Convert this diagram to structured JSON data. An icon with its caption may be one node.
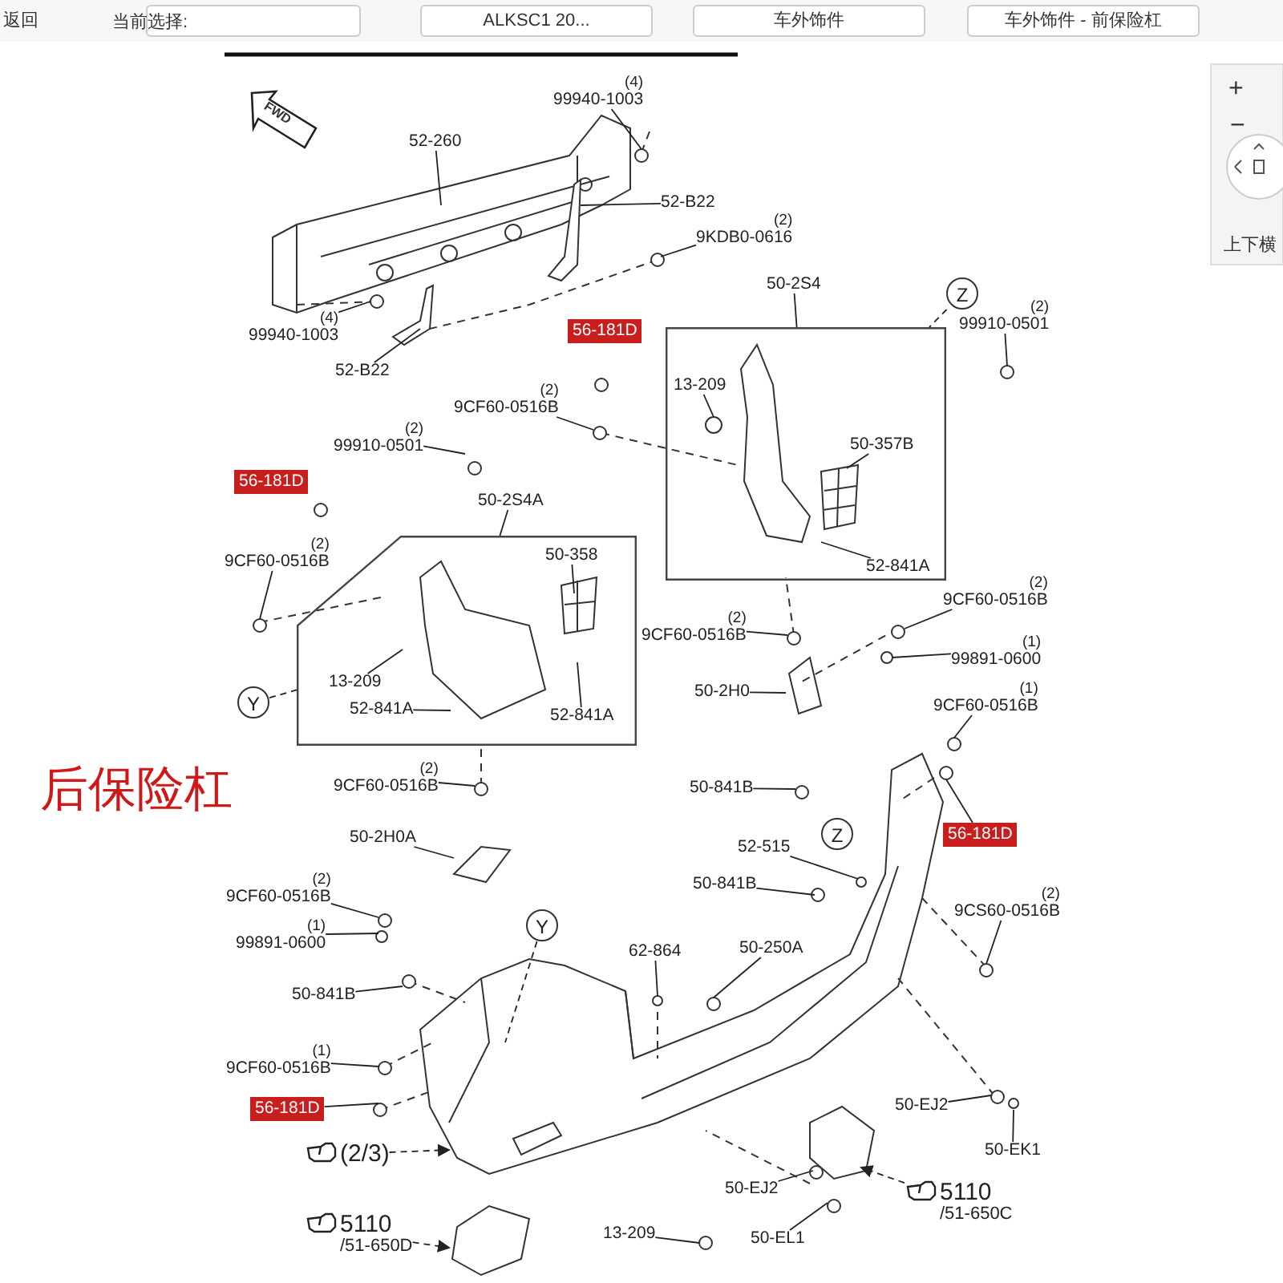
{
  "diagram": {
    "nodes": [
      {
        "text": [
          "(4)",
          "99940-1003"
        ]
      },
      {
        "text": [
          "52-260"
        ]
      },
      {
        "text": [
          "52-B22"
        ]
      },
      {
        "text": [
          "(2)",
          "9KDB0-0616"
        ]
      },
      {
        "text": [
          "(4)",
          "99940-1003"
        ]
      },
      {
        "text": [
          "52-B22"
        ]
      },
      {
        "text": [
          "(2)",
          "9CF60-0516B"
        ]
      },
      {
        "text": [
          "(2)",
          "99910-0501"
        ]
      },
      {
        "text": [
          "50-2S4"
        ]
      },
      {
        "text": [],
        "shape": "box"
      },
      {
        "text": [
          "Z"
        ]
      },
      {
        "text": [
          "(2)",
          "99910-0501"
        ]
      },
      {
        "text": [
          "13-209"
        ],
        "in": 9
      },
      {
        "text": [
          "50-357B"
        ],
        "in": 9
      },
      {
        "text": [
          "52-841A"
        ],
        "in": 9
      },
      {
        "text": [
          "50-2S4A"
        ]
      },
      {
        "text": [],
        "shape": "box"
      },
      {
        "text": [
          "(2)",
          "9CF60-0516B"
        ]
      },
      {
        "text": [
          "50-358"
        ],
        "in": 16
      },
      {
        "text": [
          "Y"
        ]
      },
      {
        "text": [
          "13-209"
        ],
        "in": 16
      },
      {
        "text": [
          "52-841A"
        ],
        "in": 16
      },
      {
        "text": [
          "52-841A"
        ],
        "in": 16
      },
      {
        "text": [
          "(2)",
          "9CF60-0516B"
        ]
      },
      {
        "text": [
          "(2)",
          "9CF60-0516B"
        ]
      },
      {
        "text": [
          "(2)",
          "9CF60-0516B"
        ]
      },
      {
        "text": [
          "(1)",
          "99891-0600"
        ]
      },
      {
        "text": [
          "50-2H0"
        ]
      },
      {
        "text": [
          "(1)",
          "9CF60-0516B"
        ]
      },
      {
        "text": [
          "50-841B"
        ]
      },
      {
        "text": [
          "56-181D"
        ]
      },
      {
        "text": [
          "Z"
        ]
      },
      {
        "text": [
          "52-515"
        ]
      },
      {
        "text": [
          "50-841B"
        ]
      },
      {
        "text": [
          "(2)",
          "9CS60-0516B"
        ]
      },
      {
        "text": [
          "50-2H0A"
        ]
      },
      {
        "text": [
          "(2)",
          "9CF60-0516B"
        ]
      },
      {
        "text": [
          "(1)",
          "99891-0600"
        ]
      },
      {
        "text": [
          "Y"
        ]
      },
      {
        "text": [
          "62-864"
        ]
      },
      {
        "text": [
          "50-250A"
        ]
      },
      {
        "text": [
          "50-841B"
        ]
      },
      {
        "text": [
          "(1)",
          "9CF60-0516B"
        ]
      },
      {
        "text": [
          "56-181D"
        ]
      },
      {
        "text": [
          "(2/3)"
        ]
      },
      {
        "text": [
          "50-EJ2"
        ]
      },
      {
        "text": [
          "50-EK1"
        ]
      },
      {
        "text": [
          "5110",
          "/51-650D"
        ]
      },
      {
        "text": [
          "50-EJ2"
        ]
      },
      {
        "text": [
          "5110",
          "/51-650C"
        ]
      },
      {
        "text": [
          "50-EL1"
        ]
      },
      {
        "text": [
          "13-209"
        ]
      },
      {
        "text": [
          "56-181D"
        ]
      },
      {
        "text": [
          "56-181D"
        ]
      },
      {
        "text": [],
        "shape": "box"
      },
      {
        "text": [
          "ALKSC1 20..."
        ]
      },
      {
        "text": [
          "车外饰件"
        ]
      },
      {
        "text": [
          "车外饰件 - 前保险杠"
        ]
      }
    ],
    "edges": [
      {
        "from": 0,
        "to": null,
        "arrow": "none"
      },
      {
        "from": 1,
        "to": null,
        "arrow": "none"
      },
      {
        "from": 2,
        "to": null,
        "arrow": "none"
      },
      {
        "from": 3,
        "to": null,
        "arrow": "none"
      },
      {
        "from": 4,
        "to": null,
        "arrow": "none"
      },
      {
        "from": 5,
        "to": null,
        "arrow": "none"
      },
      {
        "from": 6,
        "to": null,
        "arrow": "none"
      },
      {
        "from": 7,
        "to": null,
        "arrow": "none"
      },
      {
        "from": 8,
        "to": 9,
        "arrow": "none"
      },
      {
        "from": 10,
        "to": 9,
        "arrow": "none",
        "style": "dashed"
      },
      {
        "from": 11,
        "to": null,
        "arrow": "none"
      },
      {
        "from": 12,
        "to": null,
        "arrow": "none"
      },
      {
        "from": 13,
        "to": null,
        "arrow": "none"
      },
      {
        "from": 14,
        "to": null,
        "arrow": "none"
      },
      {
        "from": 15,
        "to": 16,
        "arrow": "none"
      },
      {
        "from": 17,
        "to": null,
        "arrow": "none"
      },
      {
        "from": 18,
        "to": null,
        "arrow": "none"
      },
      {
        "from": 19,
        "to": 16,
        "arrow": "none",
        "style": "dashed"
      },
      {
        "from": 20,
        "to": null,
        "arrow": "none"
      },
      {
        "from": 21,
        "to": null,
        "arrow": "none"
      },
      {
        "from": 22,
        "to": null,
        "arrow": "none"
      },
      {
        "from": 23,
        "to": null,
        "arrow": "none"
      },
      {
        "from": 24,
        "to": null,
        "arrow": "none"
      },
      {
        "from": 25,
        "to": null,
        "arrow": "none"
      },
      {
        "from": 26,
        "to": null,
        "arrow": "none"
      },
      {
        "from": 27,
        "to": null,
        "arrow": "none"
      },
      {
        "from": 28,
        "to": null,
        "arrow": "none"
      },
      {
        "from": 29,
        "to": null,
        "arrow": "none"
      },
      {
        "from": 30,
        "to": null,
        "arrow": "none"
      },
      {
        "from": 32,
        "to": null,
        "arrow": "none"
      },
      {
        "from": 33,
        "to": null,
        "arrow": "none"
      },
      {
        "from": 34,
        "to": null,
        "arrow": "none"
      },
      {
        "from": 35,
        "to": null,
        "arrow": "none"
      },
      {
        "from": 36,
        "to": null,
        "arrow": "none"
      },
      {
        "from": 37,
        "to": null,
        "arrow": "none"
      },
      {
        "from": 38,
        "to": null,
        "arrow": "none",
        "style": "dashed"
      },
      {
        "from": 39,
        "to": null,
        "arrow": "none"
      },
      {
        "from": 40,
        "to": null,
        "arrow": "none"
      },
      {
        "from": 41,
        "to": null,
        "arrow": "none"
      },
      {
        "from": 42,
        "to": null,
        "arrow": "none"
      },
      {
        "from": 43,
        "to": null,
        "arrow": "none"
      },
      {
        "from": 44,
        "to": null,
        "arrow": "to",
        "style": "dashed"
      },
      {
        "from": 45,
        "to": null,
        "arrow": "none"
      },
      {
        "from": 46,
        "to": null,
        "arrow": "none"
      },
      {
        "from": 47,
        "to": null,
        "arrow": "to",
        "style": "dashed"
      },
      {
        "from": 48,
        "to": null,
        "arrow": "none"
      },
      {
        "from": 49,
        "to": null,
        "arrow": "to",
        "style": "dashed"
      },
      {
        "from": 50,
        "to": null,
        "arrow": "none"
      },
      {
        "from": 51,
        "to": null,
        "arrow": "none"
      }
    ],
    "labels": [
      "返回",
      "当前选择:",
      "+",
      "−",
      "上下横",
      "FWD",
      "后保险杠"
    ]
  }
}
